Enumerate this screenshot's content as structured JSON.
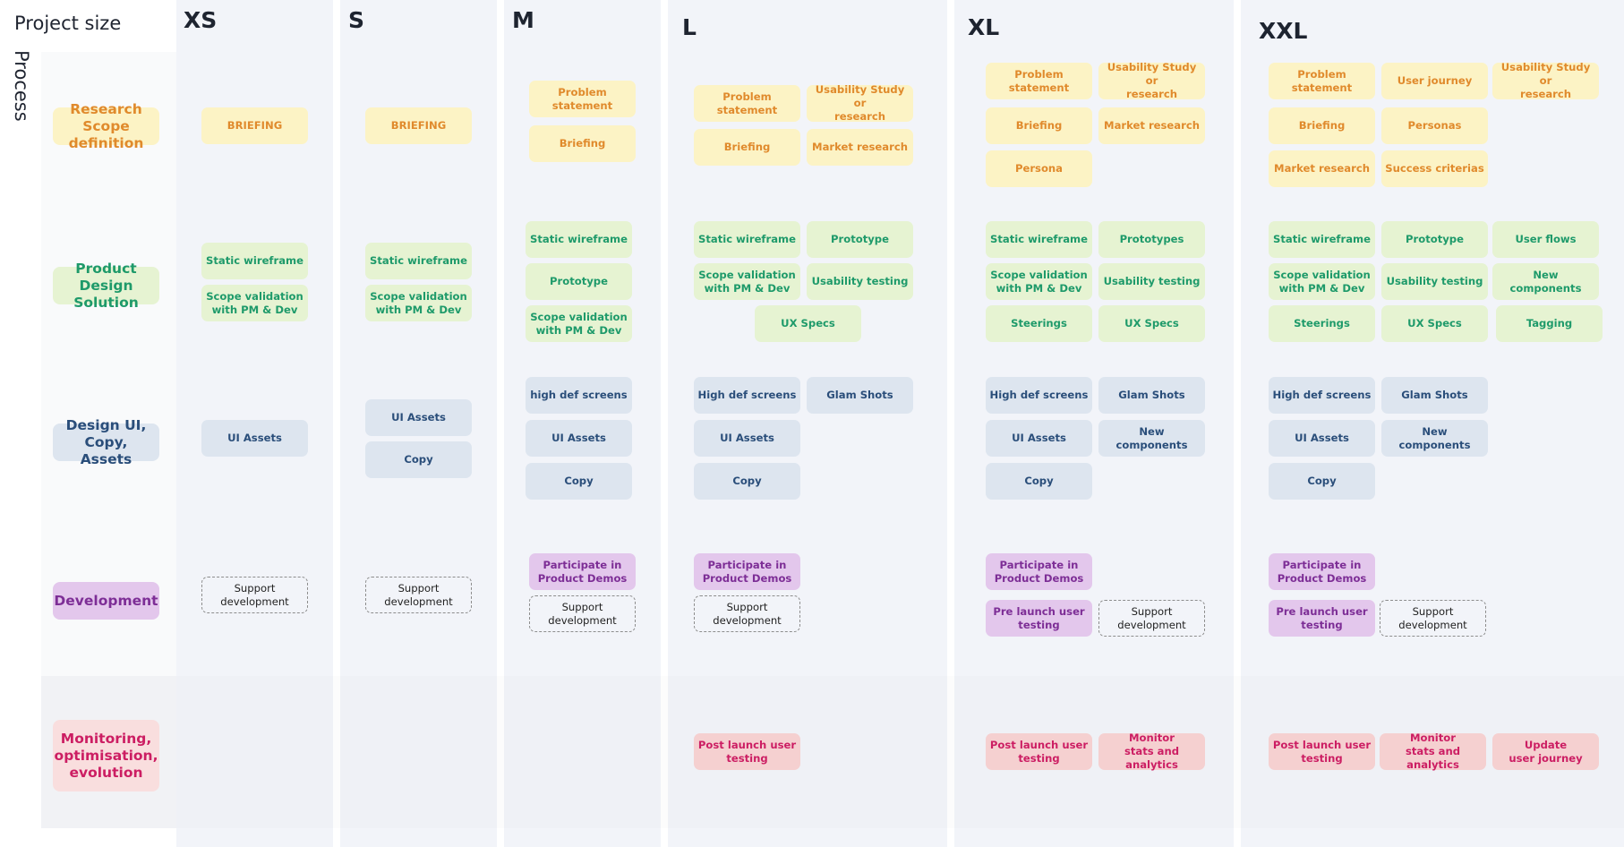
{
  "title": "Project size",
  "axis_label": "Process",
  "columns": [
    "XS",
    "S",
    "M",
    "L",
    "XL",
    "XXL"
  ],
  "rows": [
    {
      "label": "Research\nScope definition"
    },
    {
      "label": "Product Design\nSolution"
    },
    {
      "label": "Design UI,\nCopy, Assets"
    },
    {
      "label": "Development"
    },
    {
      "label": "Monitoring,\noptimisation,\nevolution"
    }
  ],
  "colors": {
    "research": "#e08a2c",
    "product_design": "#1e9a6a",
    "design_ui": "#2a4e7a",
    "development": "#7d2e96",
    "monitoring": "#cc1e63"
  },
  "cards": {
    "xs": {
      "research": [
        "BRIEFING"
      ],
      "product": [
        "Static wireframe",
        "Scope validation\nwith PM & Dev"
      ],
      "design": [
        "UI Assets"
      ],
      "dev": [
        "Support development"
      ]
    },
    "s": {
      "research": [
        "BRIEFING"
      ],
      "product": [
        "Static wireframe",
        "Scope validation\nwith PM & Dev"
      ],
      "design": [
        "UI Assets",
        "Copy"
      ],
      "dev": [
        "Support development"
      ]
    },
    "m": {
      "research": [
        "Problem statement",
        "Briefing"
      ],
      "product": [
        "Static wireframe",
        "Prototype",
        "Scope validation\nwith PM & Dev"
      ],
      "design": [
        "high def screens",
        "UI Assets",
        "Copy"
      ],
      "dev": [
        "Participate in\nProduct Demos",
        "Support development"
      ]
    },
    "l": {
      "research": [
        "Problem statement",
        "Usability Study or\nresearch",
        "Briefing",
        "Market research"
      ],
      "product": [
        "Static wireframe",
        "Prototype",
        "Scope validation\nwith PM & Dev",
        "Usability testing",
        "UX Specs"
      ],
      "design": [
        "High def screens",
        "Glam Shots",
        "UI Assets",
        "Copy"
      ],
      "dev": [
        "Participate in\nProduct Demos",
        "Support development"
      ],
      "mon": [
        "Post launch user\ntesting"
      ]
    },
    "xl": {
      "research": [
        "Problem statement",
        "Usability Study or\nresearch",
        "Briefing",
        "Market research",
        "Persona"
      ],
      "product": [
        "Static wireframe",
        "Prototypes",
        "Scope validation\nwith PM & Dev",
        "Usability testing",
        "Steerings",
        "UX Specs"
      ],
      "design": [
        "High def screens",
        "Glam Shots",
        "UI Assets",
        "New components",
        "Copy"
      ],
      "dev": [
        "Participate in\nProduct Demos",
        "Pre launch user\ntesting",
        "Support development"
      ],
      "mon": [
        "Post launch user\ntesting",
        "Monitor\nstats and analytics"
      ]
    },
    "xxl": {
      "research": [
        "Problem statement",
        "User journey",
        "Usability Study or\nresearch",
        "Briefing",
        "Personas",
        "Market research",
        "Success criterias"
      ],
      "product": [
        "Static wireframe",
        "Prototype",
        "User flows",
        "Scope validation\nwith PM & Dev",
        "Usability testing",
        "New components",
        "Steerings",
        "UX Specs",
        "Tagging"
      ],
      "design": [
        "High def screens",
        "Glam Shots",
        "UI Assets",
        "New components",
        "Copy"
      ],
      "dev": [
        "Participate in\nProduct Demos",
        "Pre launch user\ntesting",
        "Support development"
      ],
      "mon": [
        "Post launch user\ntesting",
        "Monitor\nstats and analytics",
        "Update\nuser journey"
      ]
    }
  }
}
